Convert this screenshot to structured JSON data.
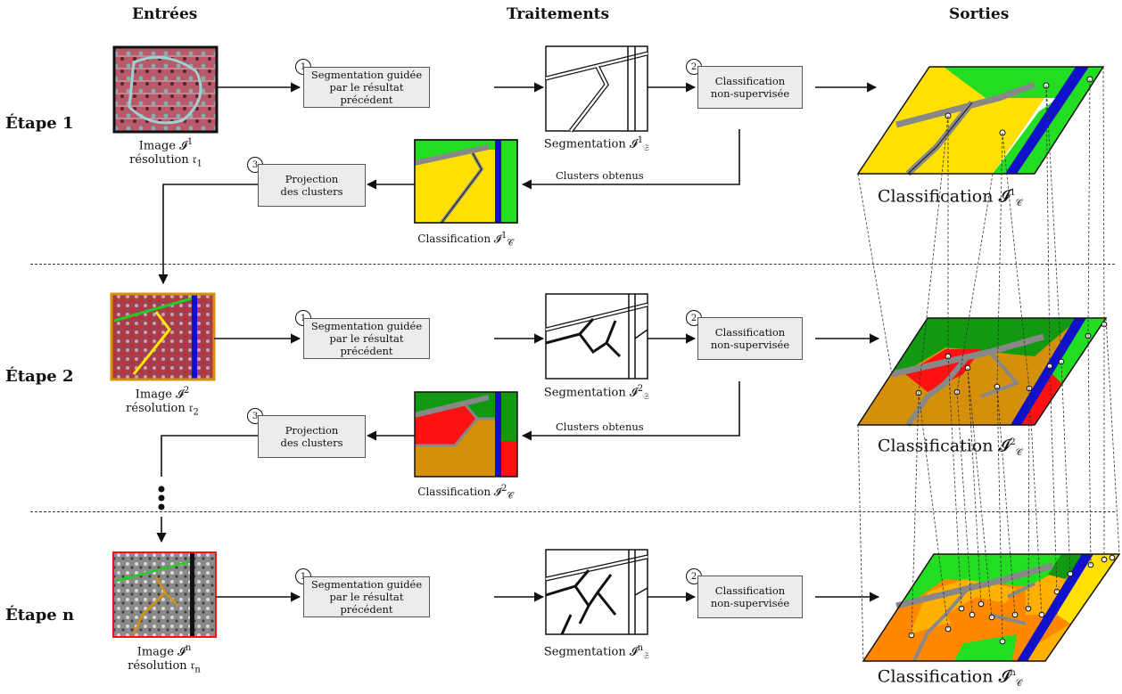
{
  "headers": {
    "inputs": "Entrées",
    "processing": "Traitements",
    "outputs": "Sorties"
  },
  "steps": [
    {
      "label": "Étape 1",
      "image_caption_1": "Image 𝓘",
      "image_exp": "1",
      "image_caption_2": "résolution 𝔯",
      "res_sub": "1",
      "seg_caption": "Segmentation 𝓘",
      "seg_sup": "1",
      "seg_sub": "𝔖",
      "cls_caption": "Classification 𝓘",
      "cls_sup": "1",
      "cls_sub": "𝒞",
      "out_caption": "Classification 𝓘",
      "out_sup": "1",
      "out_sub": "𝒞"
    },
    {
      "label": "Étape 2",
      "image_caption_1": "Image 𝓘",
      "image_exp": "2",
      "image_caption_2": "résolution 𝔯",
      "res_sub": "2",
      "seg_caption": "Segmentation 𝓘",
      "seg_sup": "2",
      "seg_sub": "𝔖",
      "cls_caption": "Classification 𝓘",
      "cls_sup": "2",
      "cls_sub": "𝒞",
      "out_caption": "Classification 𝓘",
      "out_sup": "2",
      "out_sub": "𝒞"
    },
    {
      "label": "Étape n",
      "image_caption_1": "Image 𝓘",
      "image_exp": "n",
      "image_caption_2": "résolution 𝔯",
      "res_sub": "n",
      "seg_caption": "Segmentation 𝓘",
      "seg_sup": "n",
      "seg_sub": "𝔖",
      "out_caption": "Classification 𝓘",
      "out_sup": "n",
      "out_sub": "𝒞"
    }
  ],
  "boxes": {
    "segmentation_line1": "Segmentation guidée",
    "segmentation_line2": "par le résultat précédent",
    "classification_line1": "Classification",
    "classification_line2": "non-supervisée",
    "projection_line1": "Projection",
    "projection_line2": "des clusters"
  },
  "numbers": {
    "n1": "1",
    "n2": "2",
    "n3": "3"
  },
  "clusters_label": "Clusters obtenus",
  "colors": {
    "yellow": "#ffe000",
    "green": "#22dd22",
    "dark_green": "#119911",
    "blue": "#1111cc",
    "gray": "#888888",
    "red": "#ff1111",
    "ochre": "#d4900a",
    "orange": "#ff8800",
    "box_bg": "#ececec"
  }
}
